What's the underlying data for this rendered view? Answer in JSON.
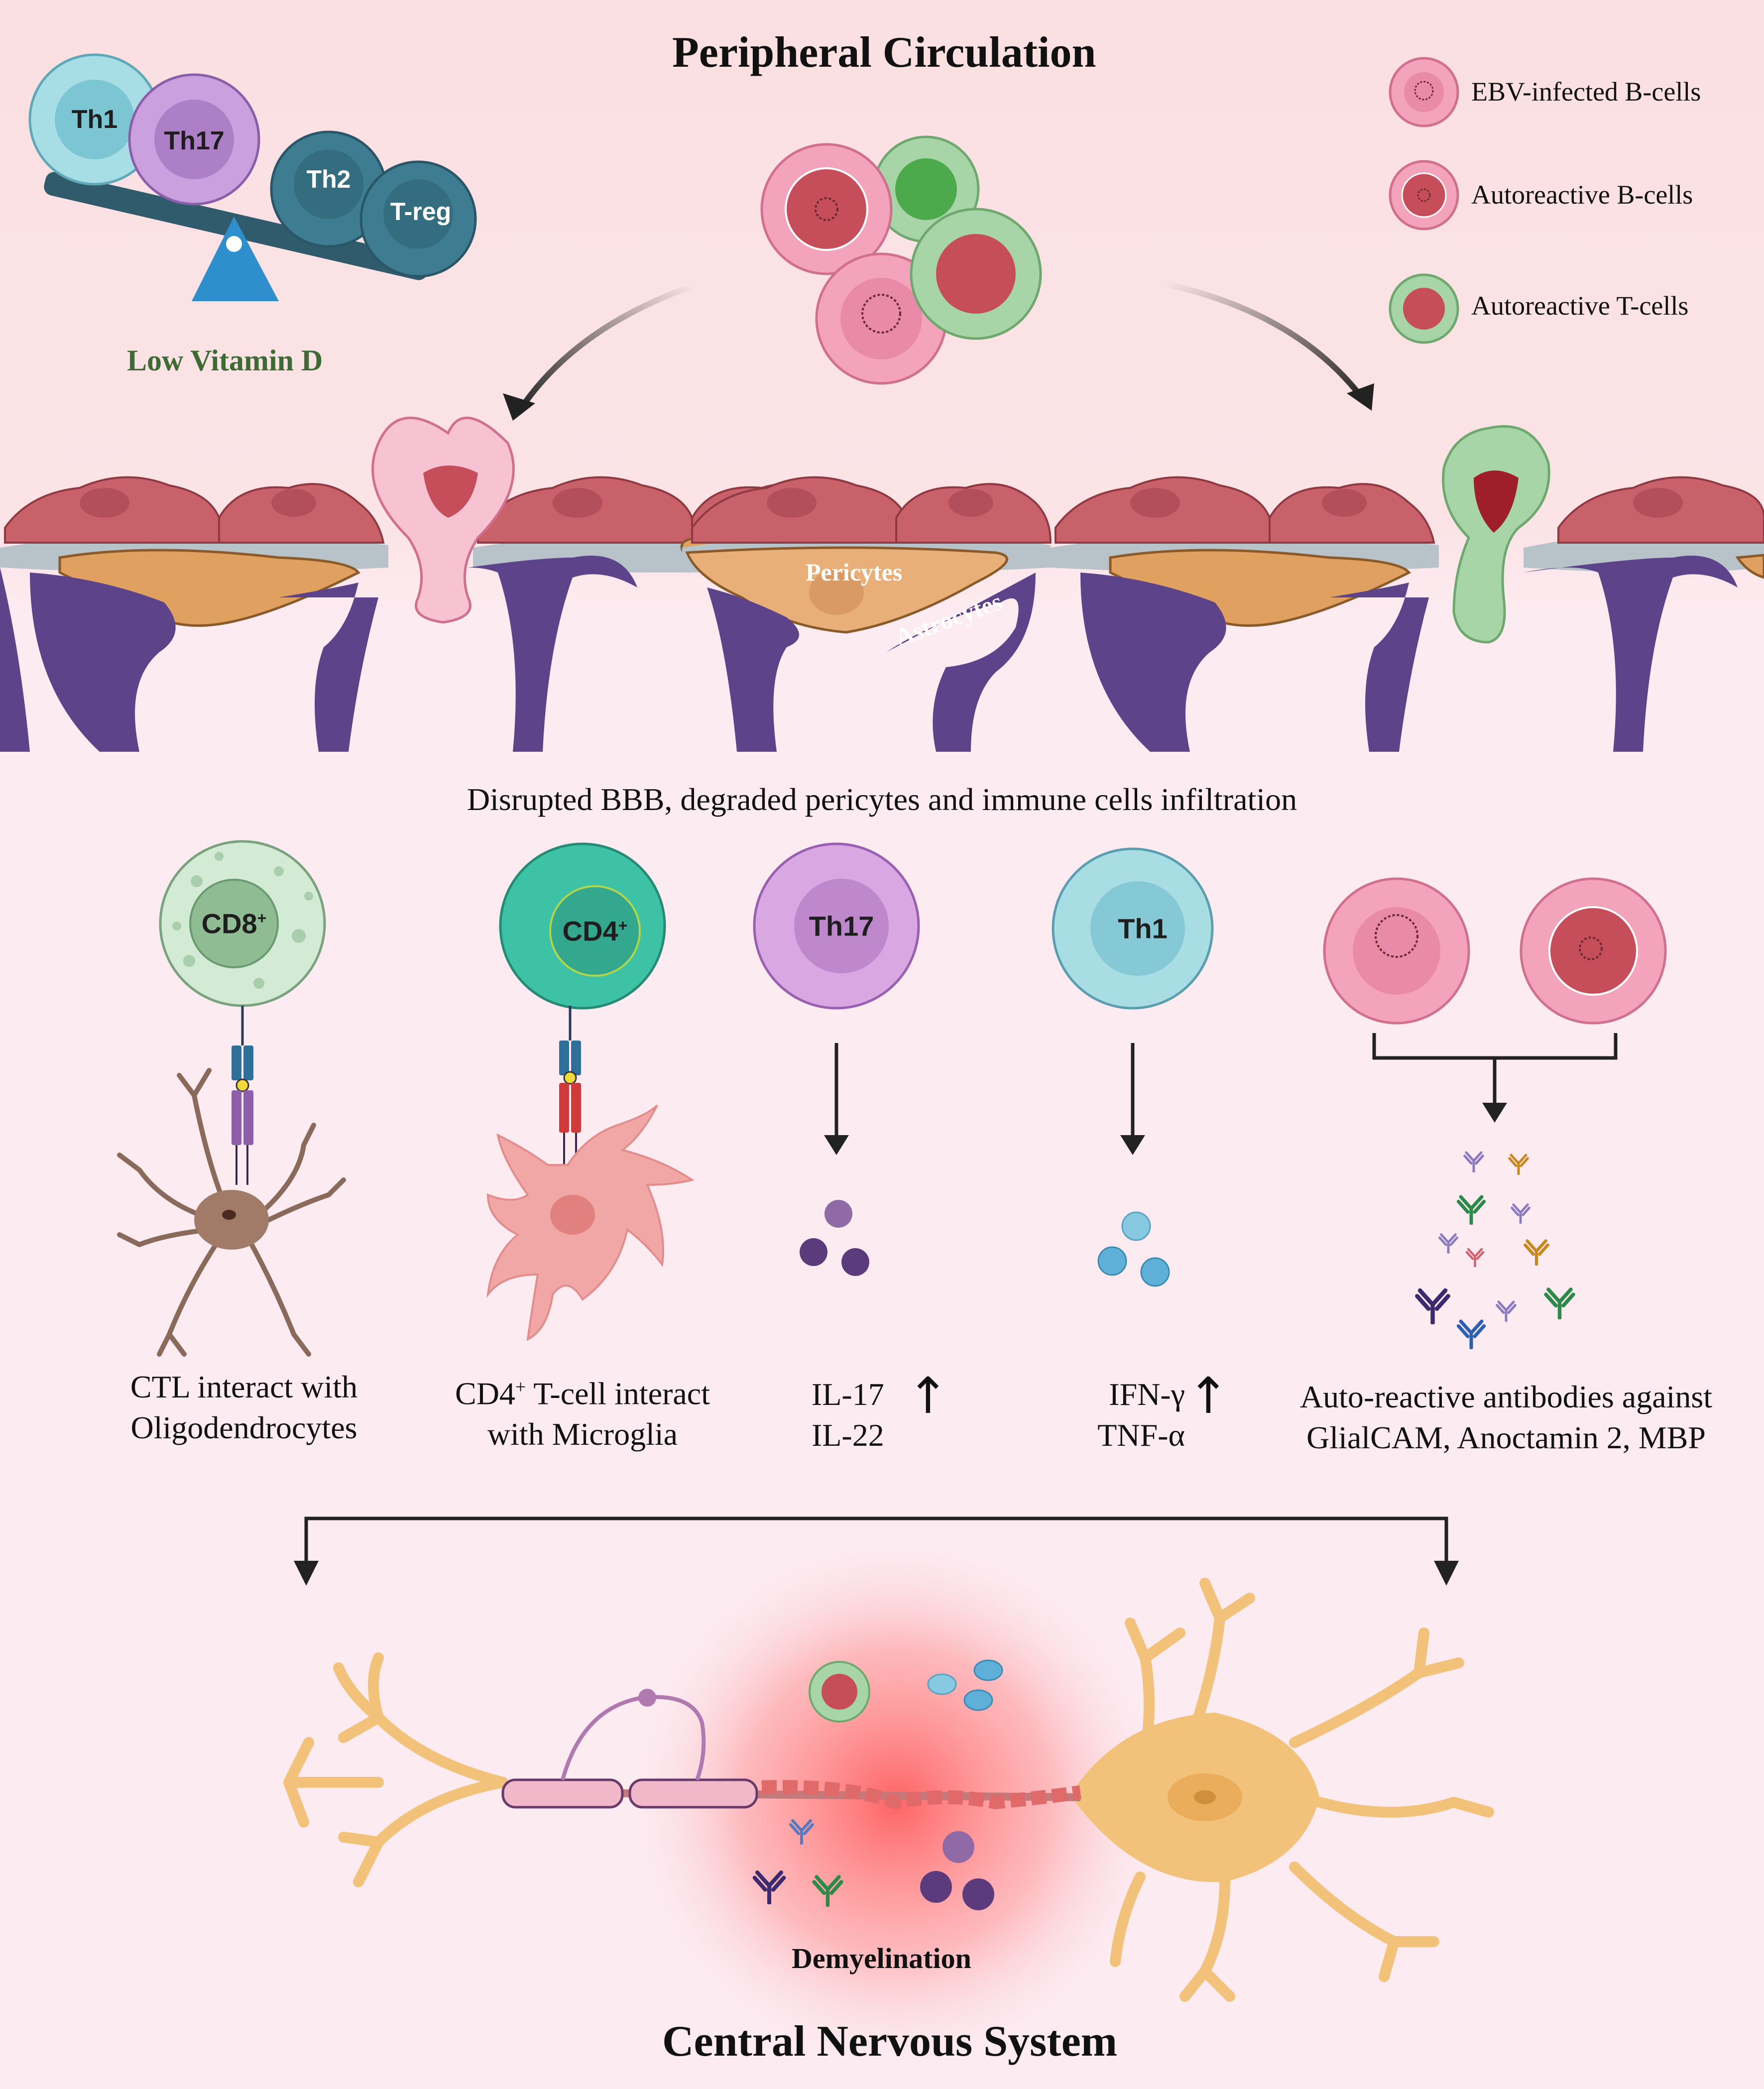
{
  "title_top": "Peripheral Circulation",
  "title_bottom": "Central Nervous System",
  "imbalance": {
    "cells": [
      "Th1",
      "Th17",
      "Th2",
      "T-reg"
    ],
    "label": "Low Vitamin D"
  },
  "legend": [
    {
      "label": "EBV-infected B-cells",
      "color": "#f4a3bd"
    },
    {
      "label": "Autoreactive B-cells",
      "color": "#f4a3bd"
    },
    {
      "label": "Autoreactive T-cells",
      "color": "#a8d5a8"
    }
  ],
  "bbb": {
    "pericytes_label": "Pericytes",
    "astrocytes_label": "Astrocytes",
    "caption": "Disrupted BBB, degraded pericytes and immune cells infiltration"
  },
  "mechanisms": [
    {
      "cell": "CD8",
      "sup": "+",
      "caption_l1": "CTL interact with",
      "caption_l2": "Oligodendrocytes"
    },
    {
      "cell": "CD4",
      "sup": "+",
      "caption_l1_a": "CD4",
      "caption_l1_sup": "+",
      "caption_l1_b": " T-cell  interact",
      "caption_l2": "with Microglia"
    },
    {
      "cell": "Th17",
      "caption_l1": "IL-17",
      "caption_l2": "IL-22",
      "arrow": "↑"
    },
    {
      "cell": "Th1",
      "caption_l1": "IFN-γ",
      "caption_l2": "TNF-α",
      "arrow": "↑"
    },
    {
      "caption_l1": "Auto-reactive antibodies against",
      "caption_l2": "GlialCAM, Anoctamin 2, MBP"
    }
  ],
  "cns": {
    "label": "Demyelination"
  },
  "colors": {
    "background_top": "#fbe1e3",
    "background_bottom": "#fcecf2",
    "endothelium": "#c9616a",
    "pericyte": "#e0a060",
    "astrocyte": "#5d4389",
    "neuron": "#f3c27a",
    "inflammation": "#ff5a5a"
  }
}
